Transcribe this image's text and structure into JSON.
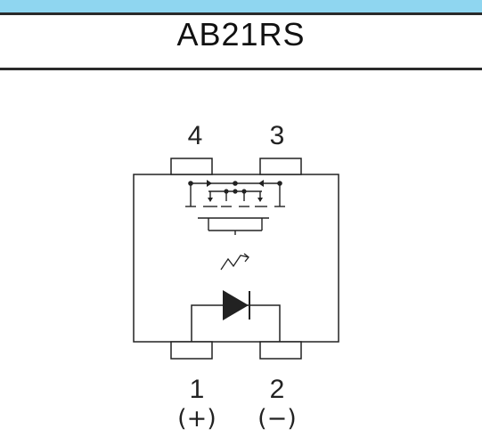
{
  "header": {
    "title": "AB21RS",
    "band_color": "#8fd6f0",
    "rule_color": "#2a2a2a"
  },
  "diagram": {
    "line_color": "#222222",
    "pins": [
      {
        "id": "4",
        "label": "4",
        "polarity": ""
      },
      {
        "id": "3",
        "label": "3",
        "polarity": ""
      },
      {
        "id": "1",
        "label": "1",
        "polarity": "(+)"
      },
      {
        "id": "2",
        "label": "2",
        "polarity": "(−)"
      }
    ],
    "icons": {
      "led": "led-diode-icon",
      "light": "light-emission-icon",
      "mosfet": "mosfet-array-icon"
    }
  }
}
